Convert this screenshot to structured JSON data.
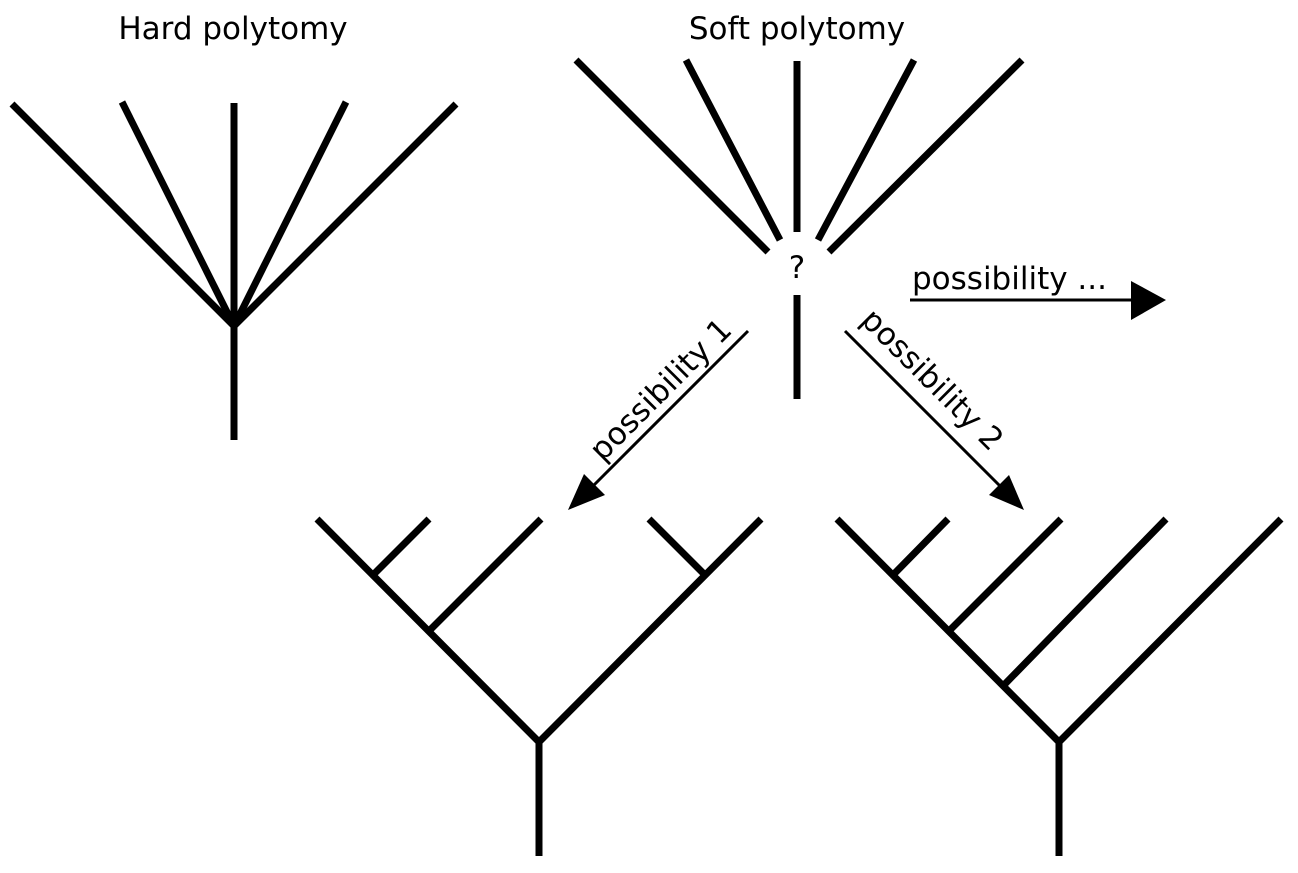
{
  "labels": {
    "hard_title": "Hard polytomy",
    "soft_title": "Soft polytomy",
    "unknown_node": "?",
    "possibility_1": "possibility 1",
    "possibility_2": "possibility 2",
    "possibility_more": "possibility ..."
  },
  "colors": {
    "line": "#000000",
    "background": "#ffffff"
  }
}
